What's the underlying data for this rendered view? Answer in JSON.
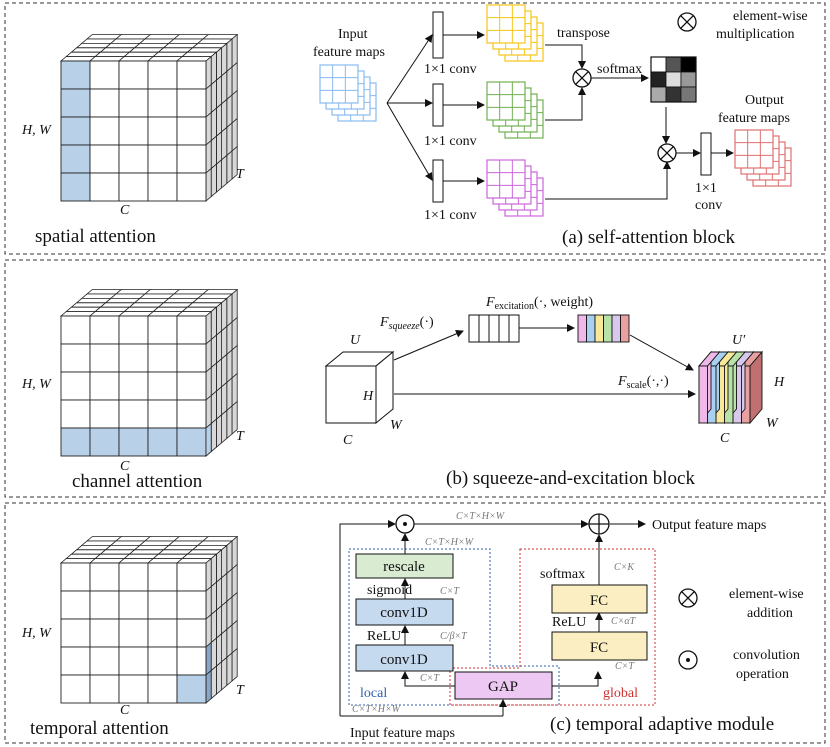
{
  "panels": {
    "spatial": {
      "caption": "spatial attention",
      "axis_h": "H, W",
      "axis_c": "C",
      "axis_t": "T"
    },
    "self_attention": {
      "input_label_1": "Input",
      "input_label_2": "feature maps",
      "conv1": "1×1 conv",
      "conv2": "1×1 conv",
      "conv3": "1×1 conv",
      "transpose": "transpose",
      "softmax": "softmax",
      "output_label_1": "Output",
      "output_label_2": "feature maps",
      "final_conv_1": "1×1",
      "final_conv_2": "conv",
      "legend_1": "element-wise",
      "legend_2": "multiplication",
      "caption": "(a) self-attention block"
    },
    "channel": {
      "caption": "channel attention",
      "axis_h": "H, W",
      "axis_c": "C",
      "axis_t": "T"
    },
    "se_block": {
      "f_squeeze_base": "F",
      "f_squeeze_sub": "squeeze",
      "f_squeeze_arg": "(·)",
      "f_excitation_base": "F",
      "f_excitation_sub": "excitation",
      "f_excitation_arg": "(·, weight)",
      "f_scale_base": "F",
      "f_scale_sub": "scale",
      "f_scale_arg": "(·,·)",
      "u": "U",
      "u_prime": "U′",
      "h": "H",
      "w": "W",
      "c": "C",
      "h2": "H",
      "w2": "W",
      "c2": "C",
      "caption": "(b) squeeze-and-excitation block"
    },
    "temporal": {
      "caption": "temporal attention",
      "axis_h": "H, W",
      "axis_c": "C",
      "axis_t": "T"
    },
    "tam": {
      "rescale": "rescale",
      "sigmoid": "sigmoid",
      "conv1d_top": "conv1D",
      "relu_left": "ReLU",
      "conv1d_bottom": "conv1D",
      "local": "local",
      "gap": "GAP",
      "global": "global",
      "softmax": "softmax",
      "fc_top": "FC",
      "relu_right": "ReLU",
      "fc_bottom": "FC",
      "dim_top_line": "C×T×H×W",
      "dim_rescale": "C×T×H×W",
      "dim_sigmoid": "C×T",
      "dim_relu_left": "C/β×T",
      "dim_local": "C×T",
      "dim_input": "C×T×H×W",
      "dim_softmax": "C×K",
      "dim_relu_right": "C×αT",
      "dim_fc_bottom": "C×T",
      "output": "Output feature maps",
      "input": "Input feature maps",
      "legend_add_1": "element-wise",
      "legend_add_2": "addition",
      "legend_conv_1": "convolution",
      "legend_conv_2": "operation",
      "caption": "(c) temporal adaptive module"
    }
  },
  "colors": {
    "blue_fill": "#b8d0e8",
    "blue_dark": "#8aa6c4",
    "yellow": "#f5c518",
    "green": "#70b050",
    "purple": "#cc66dd",
    "red": "#e07070",
    "light_blue": "#88bbee",
    "rescale_fill": "#d9ecd2",
    "conv1d_fill": "#c5d9ef",
    "fc_fill": "#fbeec2",
    "gap_fill": "#ecc8f2",
    "local_border": "#3060b0",
    "global_border": "#d03030"
  }
}
